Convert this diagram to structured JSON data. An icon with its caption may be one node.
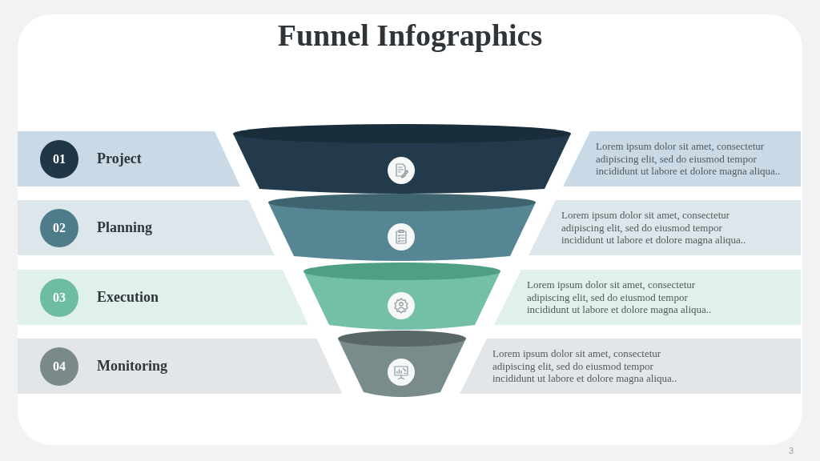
{
  "diagram": {
    "title": "Funnel Infographics",
    "nodes": [
      {
        "text": [
          "Project"
        ]
      },
      {
        "text": [
          "01"
        ],
        "in": 0
      },
      {
        "text": [
          "Lorem ipsum dolor sit amet, consectetur adipiscing elit, sed do eiusmod tempor incididunt ut labore et dolore magna aliqua.."
        ]
      },
      {
        "text": [
          "Planning"
        ]
      },
      {
        "text": [
          "02"
        ],
        "in": 3
      },
      {
        "text": [
          "Lorem ipsum dolor sit amet, consectetur adipiscing elit, sed do eiusmod tempor incididunt ut labore et dolore magna aliqua.."
        ]
      },
      {
        "text": [
          "Execution"
        ]
      },
      {
        "text": [
          "03"
        ],
        "in": 6
      },
      {
        "text": [
          "Lorem ipsum dolor sit amet, consectetur adipiscing elit, sed do eiusmod tempor incididunt ut labore et dolore magna aliqua.."
        ]
      },
      {
        "text": [
          "Monitoring"
        ]
      },
      {
        "text": [
          "04"
        ],
        "in": 9
      },
      {
        "text": [
          "Lorem ipsum dolor sit amet, consectetur adipiscing elit, sed do eiusmod tempor incididunt ut labore et dolore magna aliqua.."
        ]
      }
    ],
    "labels": [
      "3"
    ]
  }
}
